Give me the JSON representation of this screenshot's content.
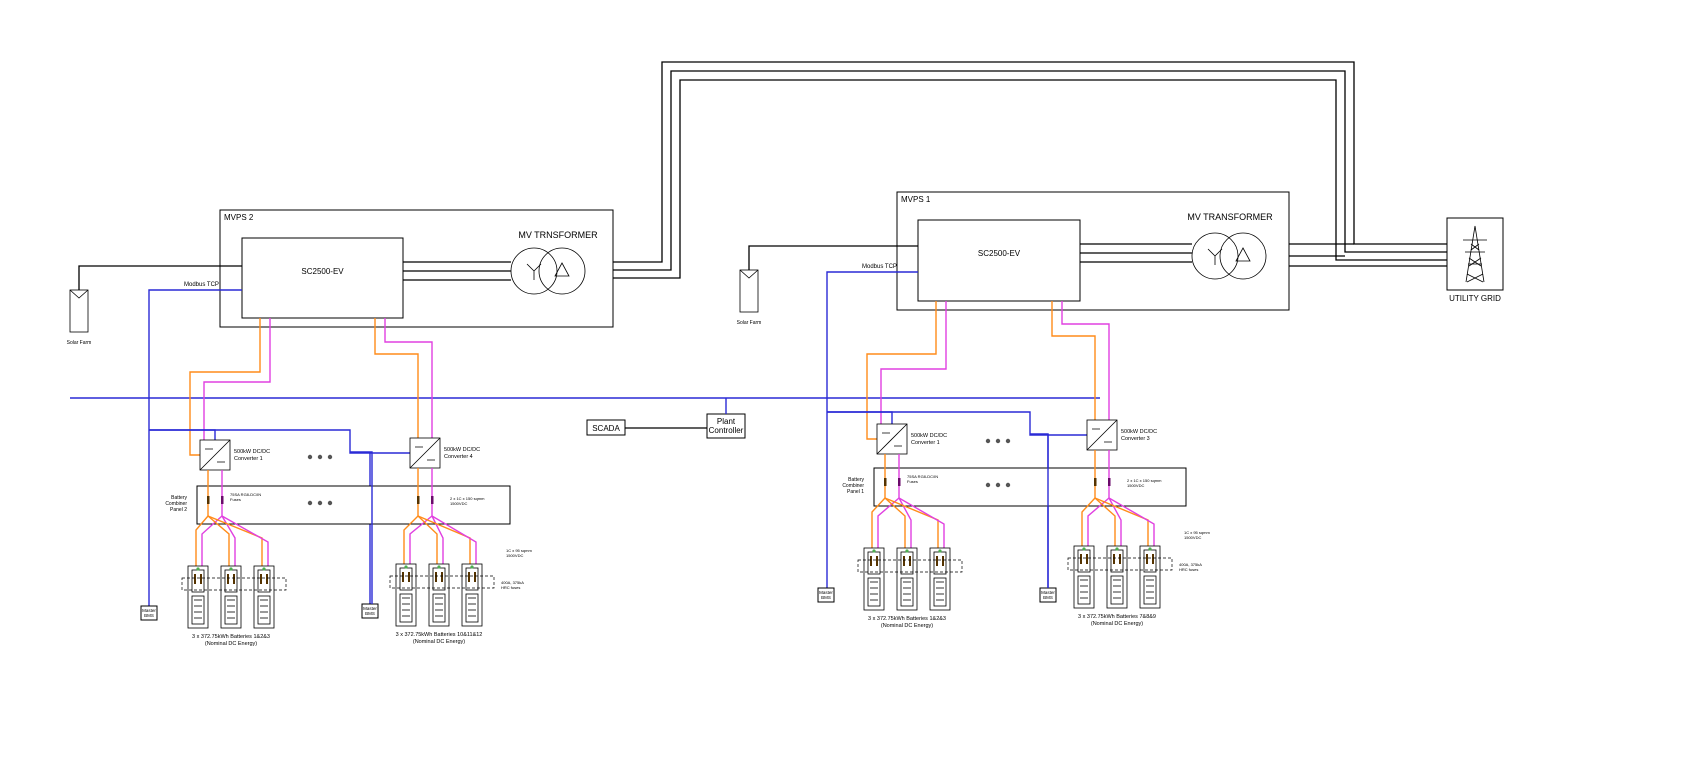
{
  "mvps2": {
    "label": "MVPS 2",
    "inverter": "SC2500-EV",
    "transformer": "MV TRNSFORMER",
    "solar": "Solar Farm",
    "modbus": "Modbus TCP",
    "conv1": [
      "500kW DC/DC",
      "Converter 1"
    ],
    "conv2": [
      "500kW DC/DC",
      "Converter 4"
    ],
    "combiner": [
      "Battery",
      "Combiner",
      "Panel 2"
    ],
    "fuse_note": [
      "75SA RG8-DC/IN",
      "Fuses"
    ],
    "cable_note_a": [
      "2 x 1C x 150 sqmm",
      "1500VDC"
    ],
    "cable_note_b": [
      "1C x 95 sqmm",
      "1500VDC"
    ],
    "hrc_note": [
      "400A, 375kA",
      "HRC fuses"
    ],
    "bms_left": [
      "Master",
      "BMS"
    ],
    "bms_right": [
      "Master",
      "BMS"
    ],
    "batt_left": [
      "3 x 372.75kWh Batteries 1&2&3",
      "(Nominal DC Energy)"
    ],
    "batt_right": [
      "3 x 372.75kWh Batteries 10&11&12",
      "(Nominal DC Energy)"
    ]
  },
  "mvps1": {
    "label": "MVPS 1",
    "inverter": "SC2500-EV",
    "transformer": "MV TRANSFORMER",
    "solar": "Solar Farm",
    "modbus": "Modbus TCP",
    "conv1": [
      "500kW DC/DC",
      "Converter 1"
    ],
    "conv2": [
      "500kW DC/DC",
      "Converter 3"
    ],
    "combiner": [
      "Battery",
      "Combiner",
      "Panel 1"
    ],
    "fuse_note": [
      "75SA RG8-DC/IN",
      "Fuses"
    ],
    "cable_note_a": [
      "2 x 1C x 150 sqmm",
      "1500VDC"
    ],
    "cable_note_b": [
      "1C x 95 sqmm",
      "1500VDC"
    ],
    "hrc_note": [
      "400A, 375kA",
      "HRC fuses"
    ],
    "bms_left": [
      "Master",
      "BMS"
    ],
    "bms_right": [
      "Master",
      "BMS"
    ],
    "batt_left": [
      "3 x 372.75kWh Batteries 1&2&3",
      "(Nominal DC Energy)"
    ],
    "batt_right": [
      "3 x 372.75kWh Batteries 7&8&9",
      "(Nominal DC Energy)"
    ]
  },
  "scada": "SCADA",
  "plant_controller": [
    "Plant",
    "Controller"
  ],
  "utility_grid": "UTILITY GRID",
  "colors": {
    "ac_bus": "#000000",
    "comms": "#2a2ad6",
    "dc_positive": "#ff8c1a",
    "dc_negative": "#e040e0"
  }
}
